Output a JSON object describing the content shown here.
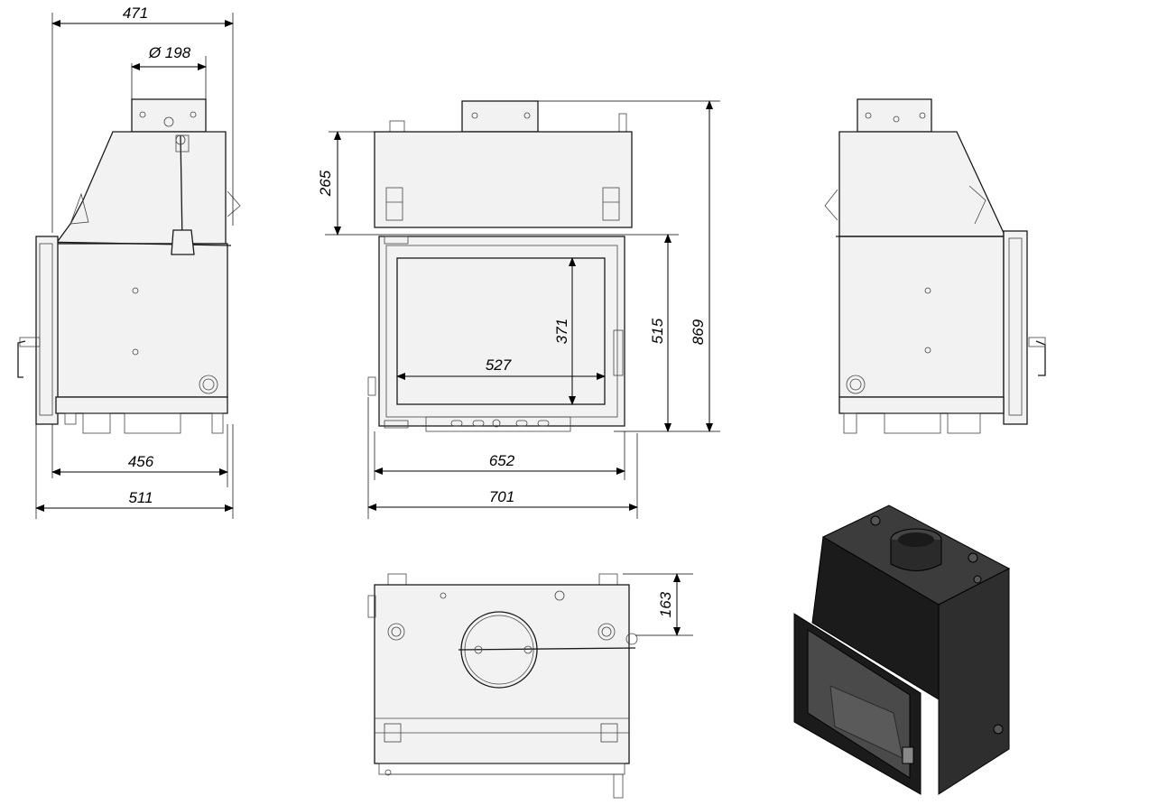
{
  "dimensions": {
    "side_top_width": "471",
    "flue_diameter": "Ø 198",
    "side_inner_depth": "456",
    "side_total_depth": "511",
    "front_top_height": "265",
    "front_glass_height": "371",
    "front_glass_width": "527",
    "front_door_height": "515",
    "front_total_height": "869",
    "front_inner_width": "652",
    "front_total_width": "701",
    "top_offset": "163"
  },
  "colors": {
    "line": "#1a1a1a",
    "body_fill": "#f2f2f2",
    "iso_fill": "#1b1b1b"
  }
}
